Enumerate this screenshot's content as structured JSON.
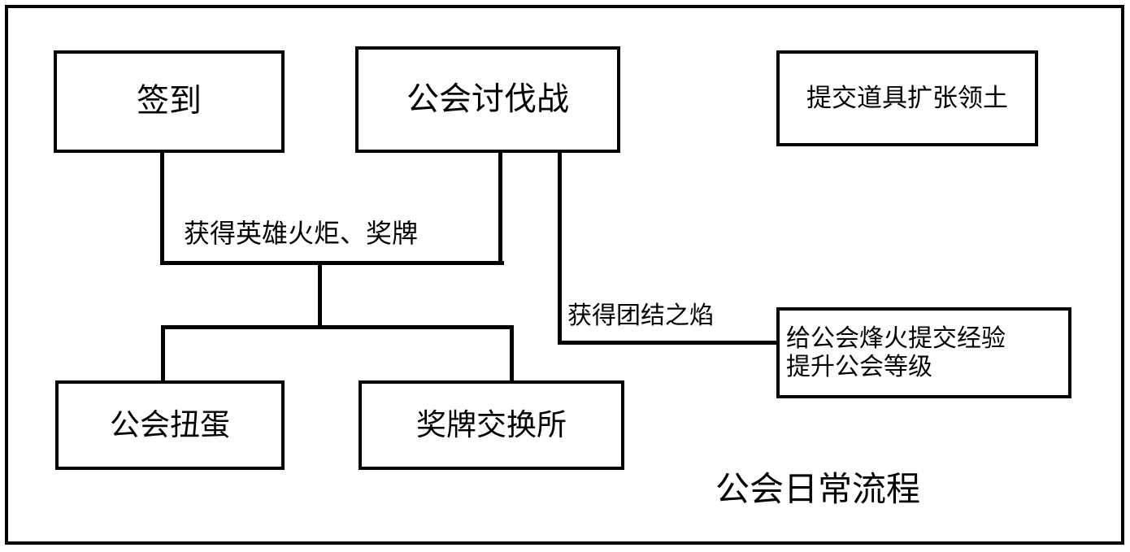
{
  "diagram": {
    "caption": "公会日常流程",
    "nodes": {
      "signin": "签到",
      "guild_war": "公会讨伐战",
      "territory": "提交道具扩张领土",
      "gacha": "公会扭蛋",
      "medal_shop": "奖牌交换所",
      "guild_exp": "给公会烽火提交经验\n提升公会等级"
    },
    "edge_labels": {
      "reward": "获得英雄火炬、奖牌",
      "unity": "获得团结之焰"
    },
    "colors": {
      "stroke": "#000000",
      "background": "#ffffff",
      "text": "#000000"
    }
  }
}
